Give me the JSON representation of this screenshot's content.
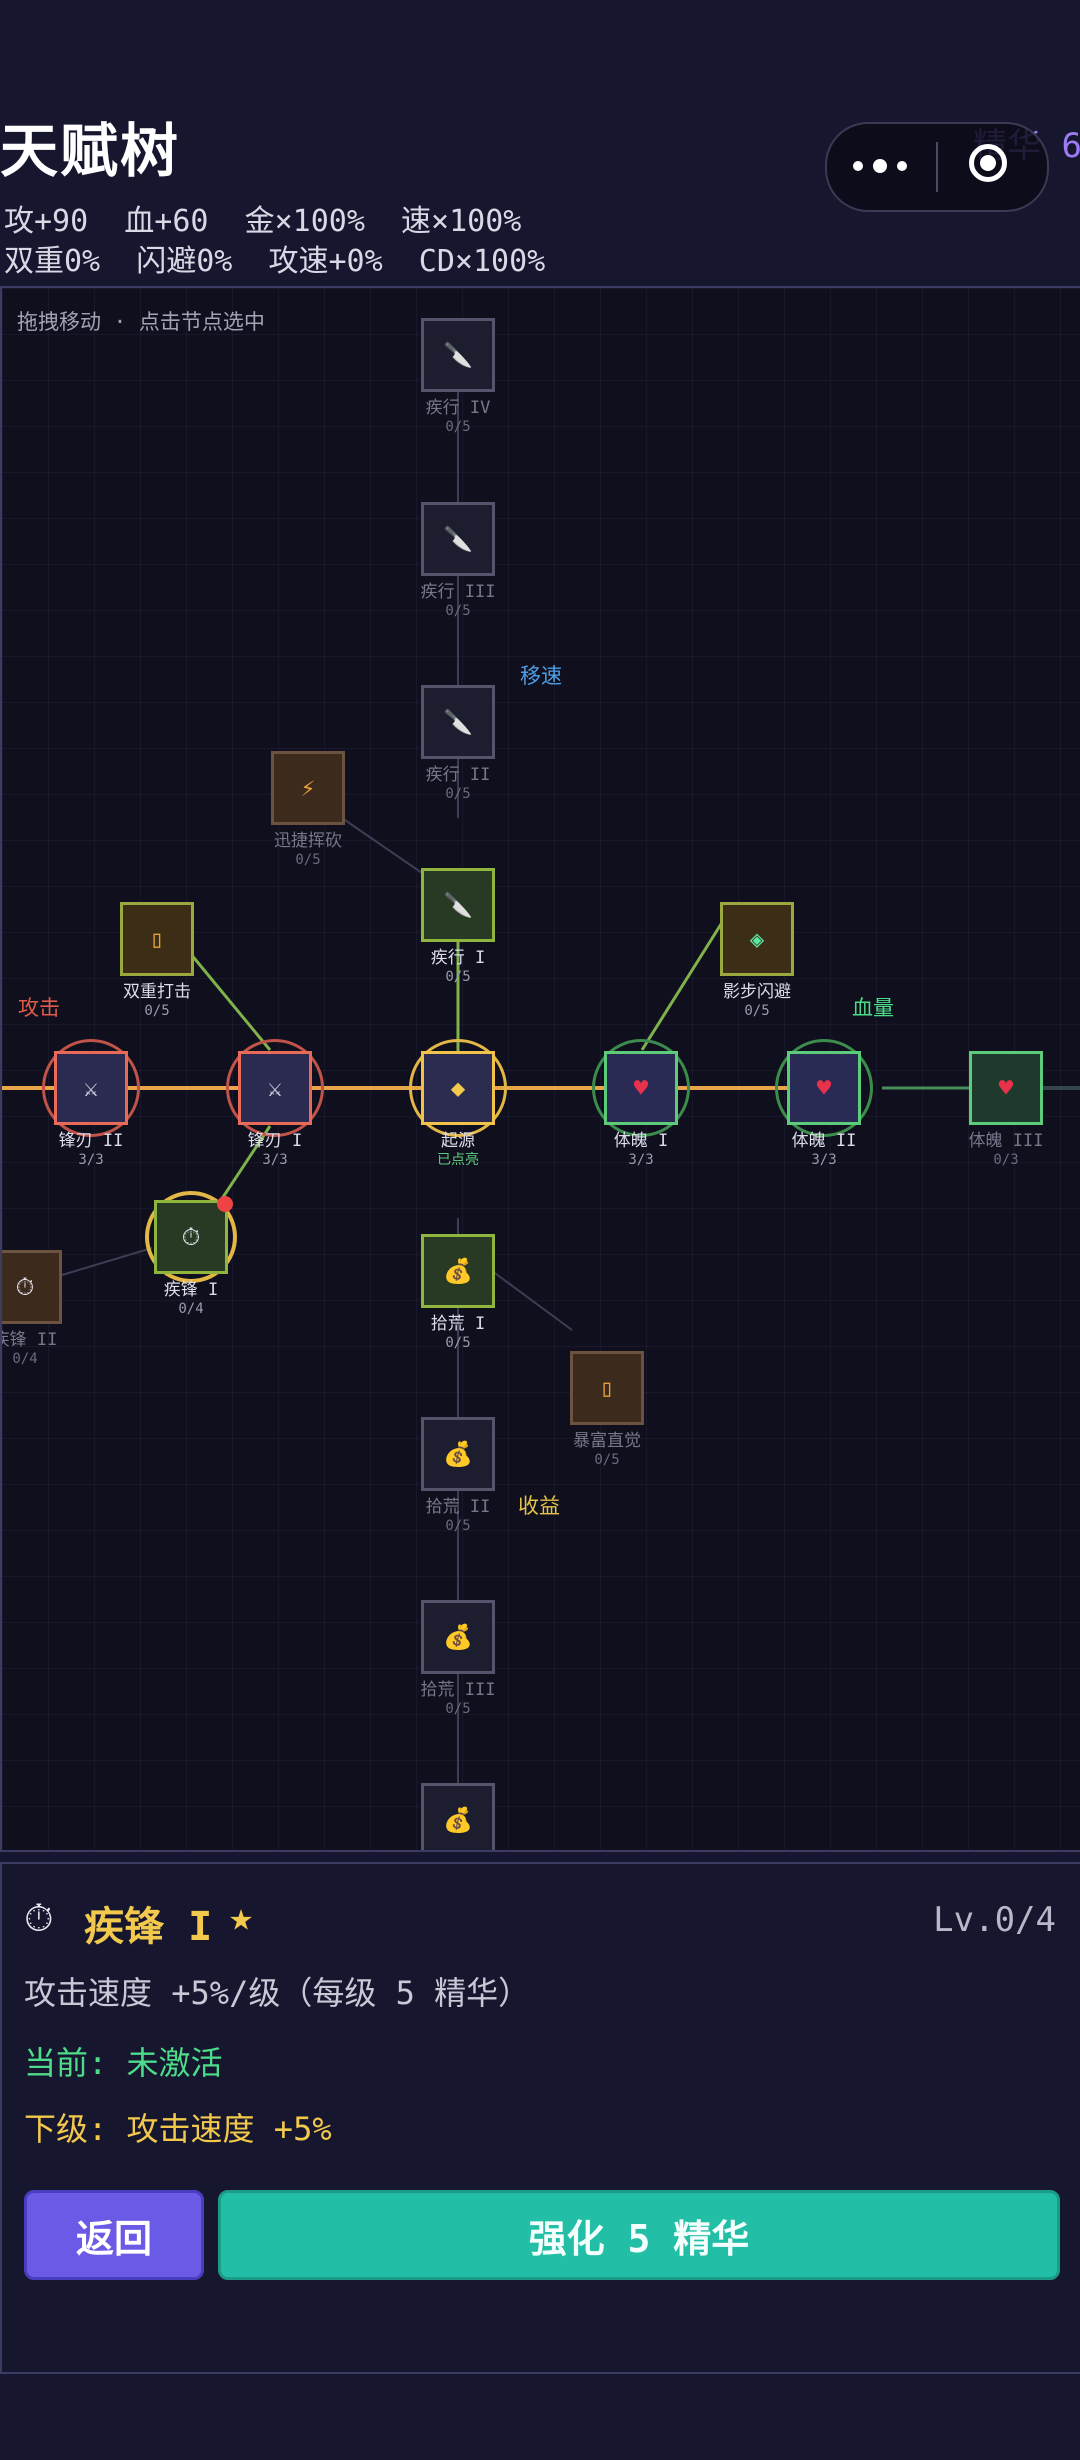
{
  "header": {
    "title": "天赋树",
    "stats_line1": "攻+90  血+60  金×100%  速×100%",
    "stats_line2": "双重0%  闪避0%  攻速+0%  CD×100%",
    "essence": "精华 6"
  },
  "canvas": {
    "hint": "拖拽移动 · 点击节点选中",
    "branches": {
      "move": "移速",
      "attack": "攻击",
      "hp": "血量",
      "income": "收益"
    }
  },
  "nodes": [
    {
      "id": "jx4",
      "name": "疾行 IV",
      "level": "0/5",
      "icon": "🔪",
      "icon_name": "boot-icon"
    },
    {
      "id": "jx3",
      "name": "疾行 III",
      "level": "0/5",
      "icon": "🔪",
      "icon_name": "boot-icon"
    },
    {
      "id": "jx2",
      "name": "疾行 II",
      "level": "0/5",
      "icon": "🔪",
      "icon_name": "boot-icon"
    },
    {
      "id": "xjhk",
      "name": "迅捷挥砍",
      "level": "0/5",
      "icon": "⚡",
      "icon_name": "lightning-icon"
    },
    {
      "id": "jx1",
      "name": "疾行 I",
      "level": "0/5",
      "icon": "🔪",
      "icon_name": "boot-icon"
    },
    {
      "id": "scdj",
      "name": "双重打击",
      "level": "0/5",
      "icon": "▯",
      "icon_name": "double-strike-icon"
    },
    {
      "id": "ybsb",
      "name": "影步闪避",
      "level": "0/5",
      "icon": "◈",
      "icon_name": "shadow-step-icon"
    },
    {
      "id": "fr2",
      "name": "锋刃 II",
      "level": "3/3",
      "icon": "⚔",
      "icon_name": "swords-icon"
    },
    {
      "id": "fr1",
      "name": "锋刃 I",
      "level": "3/3",
      "icon": "⚔",
      "icon_name": "swords-icon"
    },
    {
      "id": "origin",
      "name": "起源",
      "level": "已点亮",
      "icon": "◆",
      "icon_name": "origin-diamond-icon"
    },
    {
      "id": "tp1",
      "name": "体魄 I",
      "level": "3/3",
      "icon": "♥",
      "icon_name": "heart-icon"
    },
    {
      "id": "tp2",
      "name": "体魄 II",
      "level": "3/3",
      "icon": "♥",
      "icon_name": "heart-icon"
    },
    {
      "id": "tp3",
      "name": "体魄 III",
      "level": "0/3",
      "icon": "♥",
      "icon_name": "heart-icon"
    },
    {
      "id": "jf1",
      "name": "疾锋 I",
      "level": "0/4",
      "icon": "⏱",
      "icon_name": "stopwatch-icon"
    },
    {
      "id": "jf2",
      "name": "疾锋 II",
      "level": "0/4",
      "icon": "⏱",
      "icon_name": "stopwatch-icon"
    },
    {
      "id": "sh1",
      "name": "拾荒 I",
      "level": "0/5",
      "icon": "💰",
      "icon_name": "money-bag-icon"
    },
    {
      "id": "bfzj",
      "name": "暴富直觉",
      "level": "0/5",
      "icon": "▯",
      "icon_name": "fortune-icon"
    },
    {
      "id": "sh2",
      "name": "拾荒 II",
      "level": "0/5",
      "icon": "💰",
      "icon_name": "money-bag-icon"
    },
    {
      "id": "sh3",
      "name": "拾荒 III",
      "level": "0/5",
      "icon": "💰",
      "icon_name": "money-bag-icon"
    },
    {
      "id": "sh4",
      "name": "",
      "level": "",
      "icon": "💰",
      "icon_name": "money-bag-icon"
    }
  ],
  "panel": {
    "icon": "⏱",
    "title": "疾锋 I",
    "star": "★",
    "level": "Lv.0/4",
    "desc": "攻击速度 +5%/级（每级 5 精华）",
    "current": "当前: 未激活",
    "next": "下级: 攻击速度 +5%",
    "back_label": "返回",
    "upgrade_label": "强化 5 精华"
  },
  "colors": {
    "bg": "#161631",
    "accent_gold": "#f2c94c",
    "accent_purple": "#6b5ae6",
    "accent_teal": "#22bfa6",
    "green": "#4ddc8a"
  }
}
